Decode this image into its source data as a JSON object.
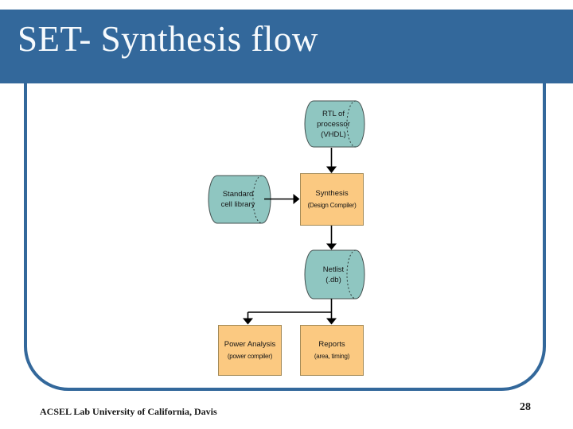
{
  "slide": {
    "title": "SET- Synthesis flow",
    "footer": "ACSEL Lab University of California, Davis",
    "page_number": "28"
  },
  "colors": {
    "header_blue": "#33689B",
    "frame_blue": "#33689B",
    "node_teal": "#8FC6C1",
    "node_orange": "#FBC981"
  },
  "diagram": {
    "nodes": {
      "rtl": {
        "shape": "cylinder",
        "line1": "RTL of",
        "line2": "processor",
        "line3": "(VHDL)"
      },
      "std_cell": {
        "shape": "cylinder",
        "line1": "Standard",
        "line2": "cell library"
      },
      "synthesis": {
        "shape": "process-box",
        "line1": "Synthesis",
        "line2": "(Design Compiler)"
      },
      "netlist": {
        "shape": "cylinder",
        "line1": "Netlist",
        "line2": "(.db)"
      },
      "power_analysis": {
        "shape": "process-box",
        "line1": "Power Analysis",
        "line2": "(power compiler)"
      },
      "reports": {
        "shape": "process-box",
        "line1": "Reports",
        "line2": "(area, timing)"
      }
    },
    "edges": [
      "rtl -> synthesis",
      "std_cell -> synthesis",
      "synthesis -> netlist",
      "netlist -> power_analysis",
      "netlist -> reports"
    ]
  }
}
